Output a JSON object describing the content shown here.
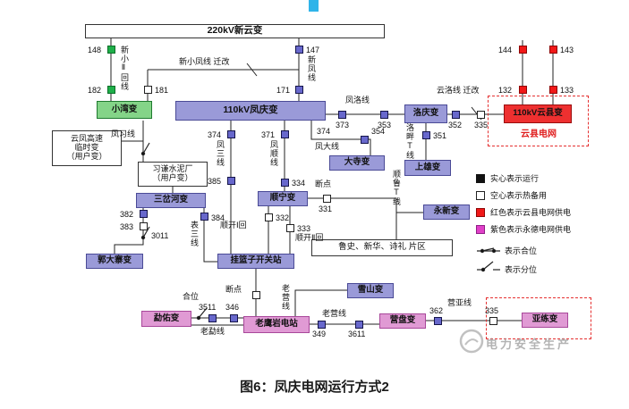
{
  "title": {
    "caption": "图6：凤庆电网运行方式2"
  },
  "bus": {
    "label": "220kV新云变"
  },
  "stations": {
    "xiaowan": {
      "label": "小湾变"
    },
    "fengqing": {
      "label": "110kV凤庆变"
    },
    "luoqing": {
      "label": "洛庆变"
    },
    "yunxian": {
      "label": "110kV云县变"
    },
    "yunxian_grid": {
      "label": "云县电网"
    },
    "yunfeng_user": {
      "lines": [
        "云凤高速",
        "临时变",
        "（用户变）"
      ]
    },
    "xiqian": {
      "lines": [
        "习谦水泥厂",
        "（用户变）"
      ]
    },
    "dasi": {
      "label": "大寺变"
    },
    "shangxiong": {
      "label": "上雄变"
    },
    "sanchahe": {
      "label": "三岔河变"
    },
    "shunning": {
      "label": "顺宁变"
    },
    "yongxin": {
      "label": "永新变"
    },
    "guodazhai": {
      "label": "郭大寨变"
    },
    "gualanzi": {
      "label": "挂篮子开关站"
    },
    "lushi_area": {
      "label": "鲁史、新华、诗礼 片区"
    },
    "xueshan": {
      "label": "雪山变"
    },
    "mengyou": {
      "label": "勐佑变"
    },
    "laoyingyan": {
      "label": "老鹰岩电站"
    },
    "yingpan": {
      "label": "营盘变"
    },
    "yalian": {
      "label": "亚练变"
    }
  },
  "lines": {
    "xinxiao2": "新小Ⅱ回线",
    "xinxiaofeng": "新小凤线 迁改",
    "xinfeng": "新凤线",
    "fengluo": "凤洛线",
    "yunluo": "云洛线 迁改",
    "fengxi": "凤习线",
    "fengsan": "凤三线",
    "fengshun": "凤顺线",
    "fengda": "凤大线",
    "luopan_t": "洛畔T线",
    "shunlu_t": "顺鲁T线",
    "biaosan": "表三线",
    "shunkai1": "顺开Ⅰ回",
    "shunkai2": "顺开Ⅱ回",
    "laomeng": "老勐线",
    "laoying_v": "老营线",
    "laoying_h": "老营线",
    "yingya": "营亚线"
  },
  "markers": {
    "duandian_331": "断点",
    "duandian_bottom": "断点",
    "hewei": "合位"
  },
  "breakers": {
    "b148": "148",
    "b182": "182",
    "b181": "181",
    "b147": "147",
    "b171": "171",
    "b144": "144",
    "b143": "143",
    "b132": "132",
    "b133": "133",
    "b373": "373",
    "b353": "353",
    "b352": "352",
    "b335_top": "335",
    "b374_fengsan": "374",
    "b385": "385",
    "b371": "371",
    "b334": "334",
    "b374_fengda": "374",
    "b354": "354",
    "b351": "351",
    "b382": "382",
    "b383": "383",
    "b3011": "3011",
    "b384": "384",
    "b332": "332",
    "b333": "333",
    "b331": "331",
    "b3511": "3511",
    "b346": "346",
    "b349": "349",
    "b3611": "3611",
    "b362": "362",
    "b335_bottom": "335"
  },
  "legend": {
    "items": [
      {
        "label": "实心表示运行"
      },
      {
        "label": "空心表示热备用"
      },
      {
        "label": "红色表示云县电网供电"
      },
      {
        "label": "紫色表示永德电网供电"
      },
      {
        "label": "表示合位"
      },
      {
        "label": "表示分位"
      }
    ]
  },
  "watermark": {
    "text": "电力安全生产"
  },
  "colors": {
    "purple_station": "#9a9ad8",
    "pink_station": "#e09ad4",
    "green_station": "#84d488",
    "red_station": "#ee3030",
    "running_square": "#6868cc",
    "dashed_border": "#e53030",
    "blue_marker": "#2fb4e9"
  }
}
